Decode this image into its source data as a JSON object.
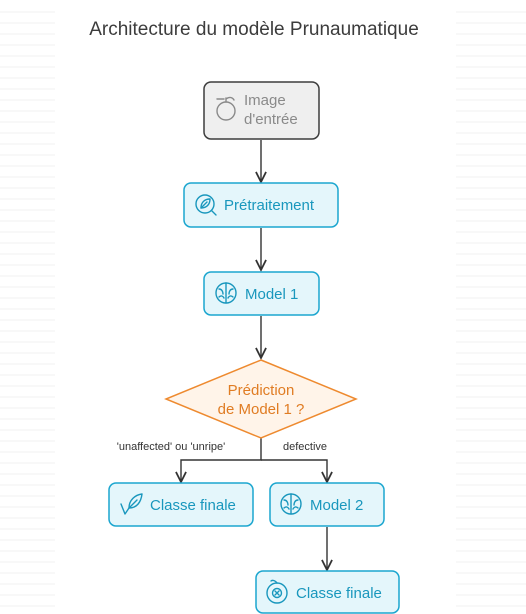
{
  "title": "Architecture du modèle Prunaumatique",
  "nodes": {
    "input": {
      "line1": "Image",
      "line2": "d'entrée",
      "icon": "apple-icon"
    },
    "preprocessing": {
      "label": "Prétraitement",
      "icon": "leaf-magnifier-icon"
    },
    "model1": {
      "label": "Model 1",
      "icon": "brain-icon"
    },
    "decision": {
      "line1": "Prédiction",
      "line2": "de Model 1 ?"
    },
    "final_left": {
      "label": "Classe finale",
      "icon": "leaf-check-icon"
    },
    "model2": {
      "label": "Model 2",
      "icon": "brain-icon"
    },
    "final_bottom": {
      "label": "Classe finale",
      "icon": "apple-target-icon"
    }
  },
  "edges": {
    "left_label": "'unaffected' ou 'unripe'",
    "right_label": "defective"
  },
  "colors": {
    "blue_accent": "#1ba6cf",
    "orange_accent": "#ee8a2f",
    "grey_node": "#3d3d3d"
  }
}
